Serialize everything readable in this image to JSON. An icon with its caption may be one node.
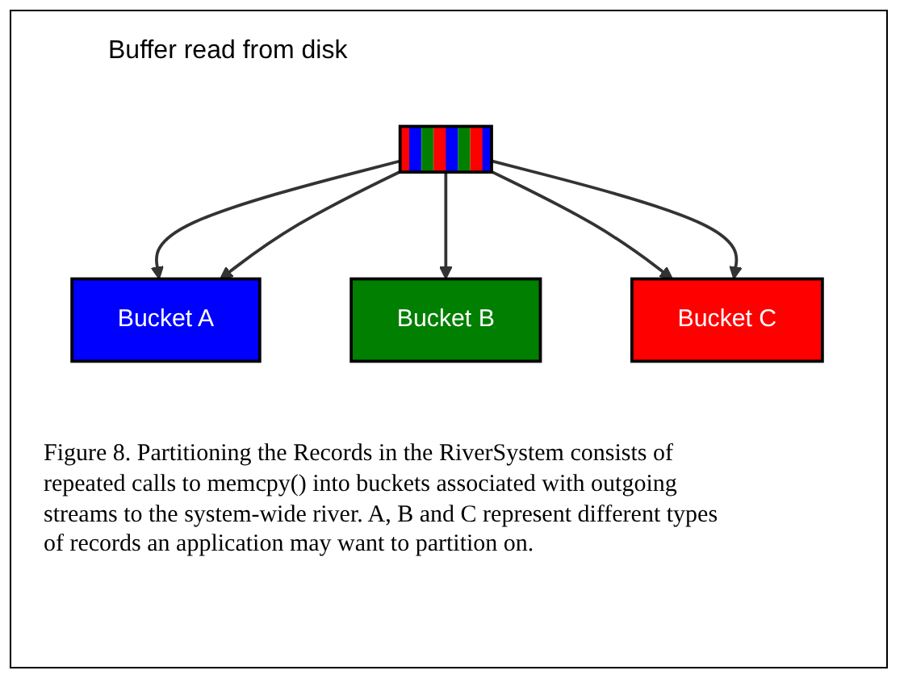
{
  "diagram": {
    "caption": "Figure 8. Partitioning the Records in the RiverSystem consists of repeated calls to memcpy() into buckets associated with outgoing streams to the system-wide river. A, B and C represent different types of records an application may want to partition on.",
    "nodes": [
      {
        "text": [],
        "shape": "bar",
        "beside": [
          "Buffer read from disk"
        ]
      },
      {
        "text": [
          "Bucket A"
        ]
      },
      {
        "text": [
          "Bucket B"
        ]
      },
      {
        "text": [
          "Bucket C"
        ]
      }
    ],
    "edges": [
      {
        "from": 0,
        "to": 1,
        "arrow": "to"
      },
      {
        "from": 0,
        "to": 1,
        "arrow": "to"
      },
      {
        "from": 0,
        "to": 2,
        "arrow": "to"
      },
      {
        "from": 0,
        "to": 3,
        "arrow": "to"
      },
      {
        "from": 0,
        "to": 3,
        "arrow": "to"
      }
    ]
  }
}
